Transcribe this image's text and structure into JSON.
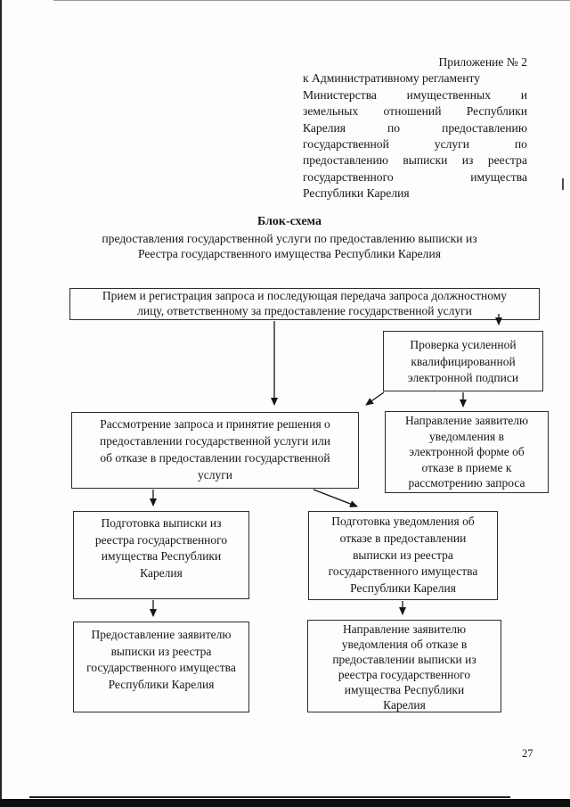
{
  "header_block": {
    "lines": [
      {
        "text": "Приложение № 2"
      },
      {
        "text": "к Административному регламенту"
      },
      {
        "text": "Министерства имущественных и"
      },
      {
        "text": "земельных отношений Республики"
      },
      {
        "text": "Карелия по предоставлению"
      },
      {
        "text": "государственной услуги по"
      },
      {
        "text": "предоставлению выписки из реестра"
      },
      {
        "text": "государственного имущества"
      },
      {
        "text": "Республики Карелия"
      }
    ]
  },
  "title": {
    "heading": "Блок-схема",
    "subtitle": "предоставления государственной услуги по  предоставлению выписки из\nРеестра государственного имущества Республики Карелия"
  },
  "flowchart": {
    "boxes": [
      {
        "id": "reception",
        "text": "Прием и регистрация запроса и последующая передача запроса должностному\nлицу, ответственному за предоставление государственной услуги"
      },
      {
        "id": "signature-check",
        "text": "Проверка усиленной\nквалифицированной\nэлектронной подписи"
      },
      {
        "id": "request-review",
        "text": "Рассмотрение запроса и принятие решения о\nпредоставлении государственной услуги или\nоб отказе в предоставлении государственной\nуслуги"
      },
      {
        "id": "rejection-notice-electronic",
        "text": "Направление заявителю\nуведомления в\nэлектронной форме об\nотказе в приеме к\nрассмотрению запроса"
      },
      {
        "id": "prepare-extract",
        "text": "Подготовка выписки из\nреестра государственного\nимущества Республики\nКарелия"
      },
      {
        "id": "prepare-refusal-notice",
        "text": "Подготовка уведомления об\nотказе в предоставлении\nвыписки из  реестра\nгосударственного имущества\nРеспублики Карелия"
      },
      {
        "id": "provide-extract",
        "text": "Предоставление заявителю\nвыписки из реестра\nгосударственного имущества\nРеспублики Карелия"
      },
      {
        "id": "send-refusal-notice",
        "text": "Направление заявителю\nуведомления об отказе в\nпредоставлении выписки из\nреестра государственного\nимущества Республики\nКарелия"
      }
    ]
  },
  "page": {
    "number": "27"
  },
  "colors": {
    "ink": "#161616",
    "box_border": "#2d2d2d",
    "scan_bar": "#0d0d0d"
  }
}
